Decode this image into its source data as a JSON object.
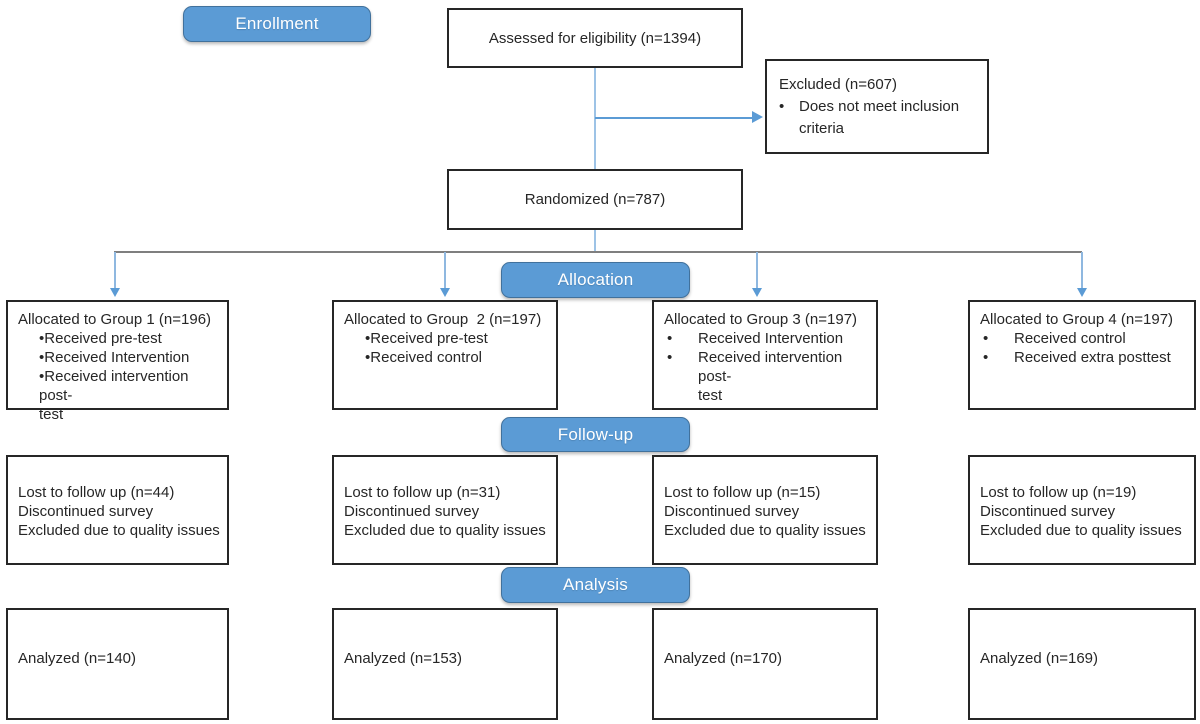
{
  "meta": {
    "diagram_type": "CONSORT participant flow diagram",
    "colors": {
      "banner_fill": "#5B9BD5",
      "banner_border": "#41719C",
      "banner_text": "#FFFFFF",
      "node_border": "#262626",
      "arrow_blue": "#5B9BD5",
      "connector_light_blue": "#9DC3E6",
      "split_line_gray": "#7F7F7F",
      "text": "#262626"
    }
  },
  "banners": {
    "enrollment": "Enrollment",
    "allocation": "Allocation",
    "followup": "Follow-up",
    "analysis": "Analysis"
  },
  "top": {
    "assessed": "Assessed for eligibility (n=1394)",
    "excluded": {
      "title": "Excluded (n=607)",
      "bullets": [
        {
          "marker": "•",
          "text": "Does not meet inclusion\ncriteria"
        }
      ]
    },
    "randomized": "Randomized (n=787)"
  },
  "columns": [
    {
      "allocation": {
        "title": "Allocated to Group 1 (n=196)",
        "bullet_style": "tight",
        "bullets": [
          {
            "marker": "•",
            "text": "Received pre-test"
          },
          {
            "marker": "•",
            "text": "Received Intervention"
          },
          {
            "marker": "•",
            "text": "Received intervention post-\ntest"
          }
        ]
      },
      "followup": {
        "lines": [
          "Lost to follow up (n=44)",
          "Discontinued survey",
          "Excluded due to quality issues"
        ]
      },
      "analysis": "Analyzed (n=140)"
    },
    {
      "allocation": {
        "title": "Allocated to Group  2 (n=197)",
        "bullet_style": "tight",
        "bullets": [
          {
            "marker": "•",
            "text": "Received pre-test"
          },
          {
            "marker": "•",
            "text": "Received control"
          }
        ]
      },
      "followup": {
        "lines": [
          "Lost to follow up (n=31)",
          "Discontinued survey",
          "Excluded due to quality issues"
        ]
      },
      "analysis": "Analyzed (n=153)"
    },
    {
      "allocation": {
        "title": "Allocated to Group 3 (n=197)",
        "bullet_style": "spaced",
        "bullets": [
          {
            "marker": "•",
            "text": "Received Intervention"
          },
          {
            "marker": "•",
            "text": "Received intervention post-\ntest"
          }
        ]
      },
      "followup": {
        "lines": [
          "Lost to follow up (n=15)",
          "Discontinued survey",
          "Excluded due to quality issues"
        ]
      },
      "analysis": "Analyzed (n=170)"
    },
    {
      "allocation": {
        "title": "Allocated to Group 4 (n=197)",
        "bullet_style": "spaced",
        "bullets": [
          {
            "marker": "•",
            "text": "Received control"
          },
          {
            "marker": "•",
            "text": "Received extra posttest"
          }
        ]
      },
      "followup": {
        "lines": [
          "Lost to follow up (n=19)",
          "Discontinued survey",
          "Excluded due to quality issues"
        ]
      },
      "analysis": "Analyzed (n=169)"
    }
  ]
}
